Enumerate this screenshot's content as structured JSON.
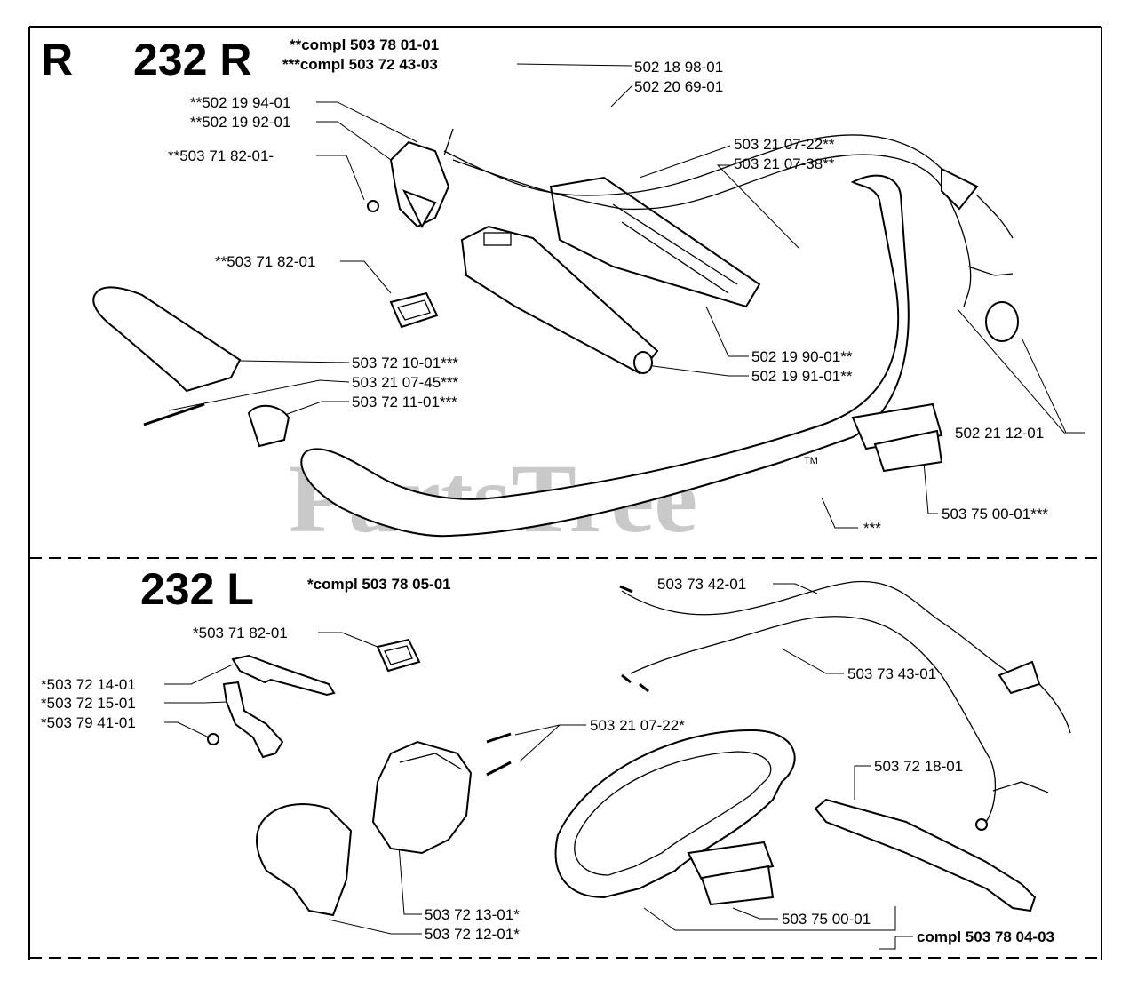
{
  "watermark": "PartsTree",
  "watermark_tm": "TM",
  "section_r": {
    "letter": "R",
    "model": "232 R",
    "note1": "**compl 503 78 01-01",
    "note2": "***compl 503 72 43-03",
    "labels": [
      "502 18 98-01",
      "502 20 69-01",
      "**502 19 94-01",
      "**502 19 92-01",
      "**503 71 82-01-",
      "503 21 07-22**",
      "503 21 07-38**",
      "**503 71 82-01",
      "503 72 10-01***",
      "503 21 07-45***",
      "503 72 11-01***",
      "502 19 90-01**",
      "502 19 91-01**",
      "502 21 12-01",
      "503 75 00-01***",
      "***"
    ]
  },
  "section_l": {
    "model": "232 L",
    "note": "*compl 503 78 05-01",
    "labels": [
      "*503 71 82-01",
      "*503 72 14-01",
      "*503 72 15-01",
      "*503 79 41-01",
      "503 21 07-22*",
      "503 73 42-01",
      "503 73 43-01",
      "503 72 18-01",
      "503 72 13-01*",
      "503 72 12-01*",
      "503 75 00-01",
      "compl 503 78 04-03"
    ]
  }
}
